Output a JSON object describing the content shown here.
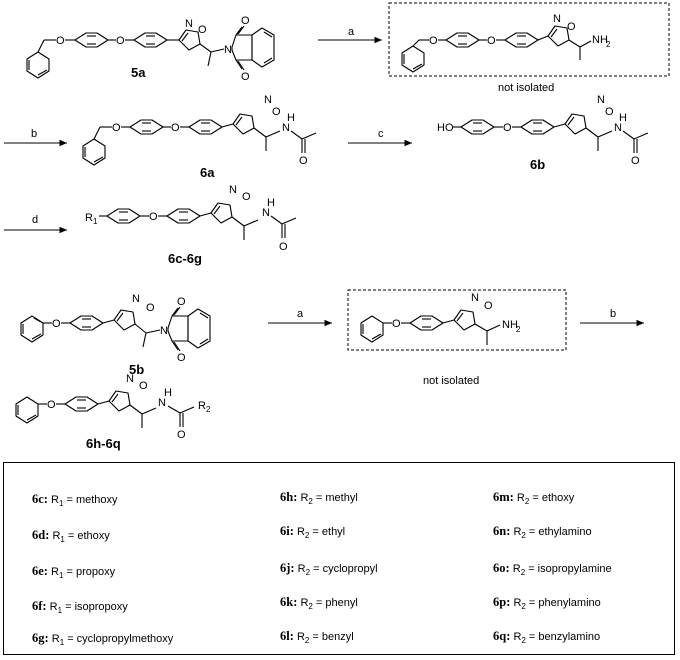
{
  "compounds": {
    "c5a": "5a",
    "c6a": "6a",
    "c6b": "6b",
    "c6c6g": "6c-6g",
    "c5b": "5b",
    "c6h6q": "6h-6q"
  },
  "reagents": {
    "a1": "a",
    "b1": "b",
    "c1": "c",
    "d1": "d",
    "a2": "a",
    "b2": "b"
  },
  "notes": {
    "not_isolated_1": "not isolated",
    "not_isolated_2": "not isolated"
  },
  "atoms": {
    "N": "N",
    "O": "O",
    "HO": "HO",
    "H": "H",
    "NH2": "NH",
    "two": "2",
    "R1": "R",
    "R2": "R",
    "one": "1"
  },
  "legend": [
    {
      "id": "6c:",
      "sym": "R",
      "sub": "1",
      "text": " = methoxy"
    },
    {
      "id": "6d:",
      "sym": "R",
      "sub": "1",
      "text": " = ethoxy"
    },
    {
      "id": "6e:",
      "sym": "R",
      "sub": "1",
      "text": " = propoxy"
    },
    {
      "id": "6f:",
      "sym": "R",
      "sub": "1",
      "text": " = isopropoxy"
    },
    {
      "id": "6g:",
      "sym": "R",
      "sub": "1",
      "text": " = cyclopropylmethoxy"
    },
    {
      "id": "6h:",
      "sym": "R",
      "sub": "2",
      "text": " = methyl"
    },
    {
      "id": "6i:",
      "sym": "R",
      "sub": "2",
      "text": " = ethyl"
    },
    {
      "id": "6j:",
      "sym": "R",
      "sub": "2",
      "text": " = cyclopropyl"
    },
    {
      "id": "6k:",
      "sym": "R",
      "sub": "2",
      "text": " = phenyl"
    },
    {
      "id": "6l:",
      "sym": "R",
      "sub": "2",
      "text": " = benzyl"
    },
    {
      "id": "6m:",
      "sym": "R",
      "sub": "2",
      "text": " = ethoxy"
    },
    {
      "id": "6n:",
      "sym": "R",
      "sub": "2",
      "text": " = ethylamino"
    },
    {
      "id": "6o:",
      "sym": "R",
      "sub": "2",
      "text": " = isopropylamine"
    },
    {
      "id": "6p:",
      "sym": "R",
      "sub": "2",
      "text": " = phenylamino"
    },
    {
      "id": "6q:",
      "sym": "R",
      "sub": "2",
      "text": " = benzylamino"
    }
  ]
}
